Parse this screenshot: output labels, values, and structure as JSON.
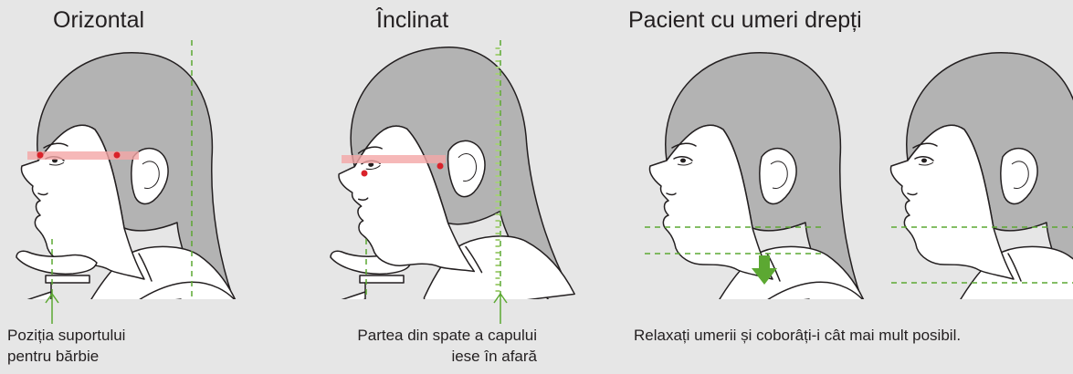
{
  "titles": {
    "horizontal": "Orizontal",
    "tilted": "Înclinat",
    "straight_shoulders": "Pacient cu umeri drepți"
  },
  "captions": {
    "chin_rest_line1": "Poziția suportului",
    "chin_rest_line2": "pentru bărbie",
    "back_head_line1": "Partea din spate a capului",
    "back_head_line2": "iese în afară",
    "shoulders": "Relaxați umerii și coborâți-i cât mai mult posibil."
  },
  "colors": {
    "background": "#e6e6e6",
    "hair": "#b3b3b3",
    "guide_green": "#5ca832",
    "marker_red": "#d9222a",
    "laser_pink": "#f4a6a6"
  },
  "icons": [
    "up-arrow-icon",
    "down-arrow-icon"
  ]
}
